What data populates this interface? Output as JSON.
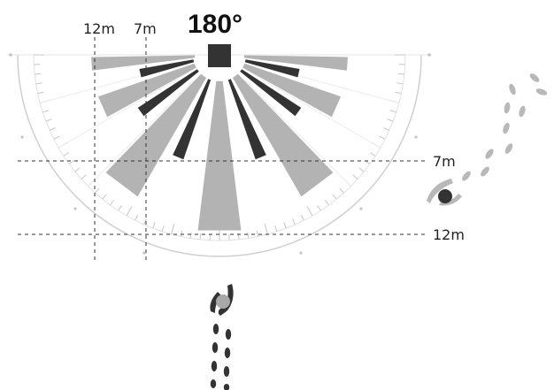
{
  "diagram": {
    "angle_label": "180°",
    "range_labels": {
      "vertical_12m": "12m",
      "vertical_7m": "7m",
      "horizontal_7m": "7m",
      "horizontal_12m": "12m"
    },
    "colors": {
      "beam_light": "#b3b3b3",
      "beam_dark": "#333333",
      "scale_line": "#cfcfcf",
      "dashed_line": "#333333",
      "sensor": "#333333",
      "person_dark": "#333333",
      "person_light": "#a8a8a8",
      "footprints_light": "#b8b8b8",
      "footprints_dark": "#333333"
    },
    "icons": [
      "sensor-icon",
      "walking-person-icon",
      "footprints-icon"
    ]
  }
}
